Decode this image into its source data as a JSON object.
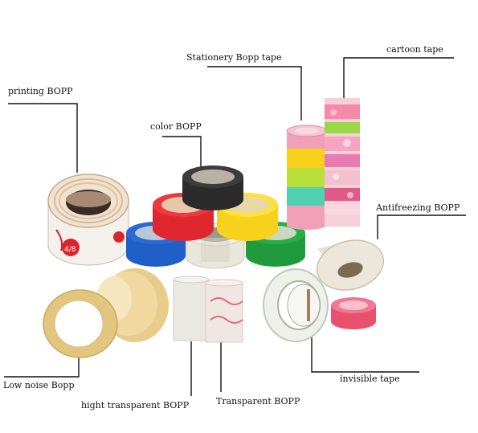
{
  "labels": {
    "stationery": "Stationery Bopp tape",
    "cartoon": "cartoon tape",
    "printing": "printing BOPP",
    "color": "color BOPP",
    "antifreezing": "Antifreezing BOPP",
    "low_noise": "Low noise Bopp",
    "invisible": "invisible tape",
    "hight_transparent": "hight transparent BOPP",
    "transparent": "Transparent BOPP",
    "printed_roll_text": "4/8"
  },
  "colors": {
    "leader_line": "#111111",
    "black_tape": "#2b2b2b",
    "red_tape": "#e0262e",
    "yellow_tape": "#f7d21c",
    "blue_tape": "#1e5fc8",
    "green_tape": "#1f9a3c",
    "pink_tape": "#f2a0b8",
    "lime_tape": "#b9e03a",
    "mint_tape": "#4fd0b0",
    "clear_tape": "#e9e6dc",
    "tan_tape": "#e2c680"
  }
}
